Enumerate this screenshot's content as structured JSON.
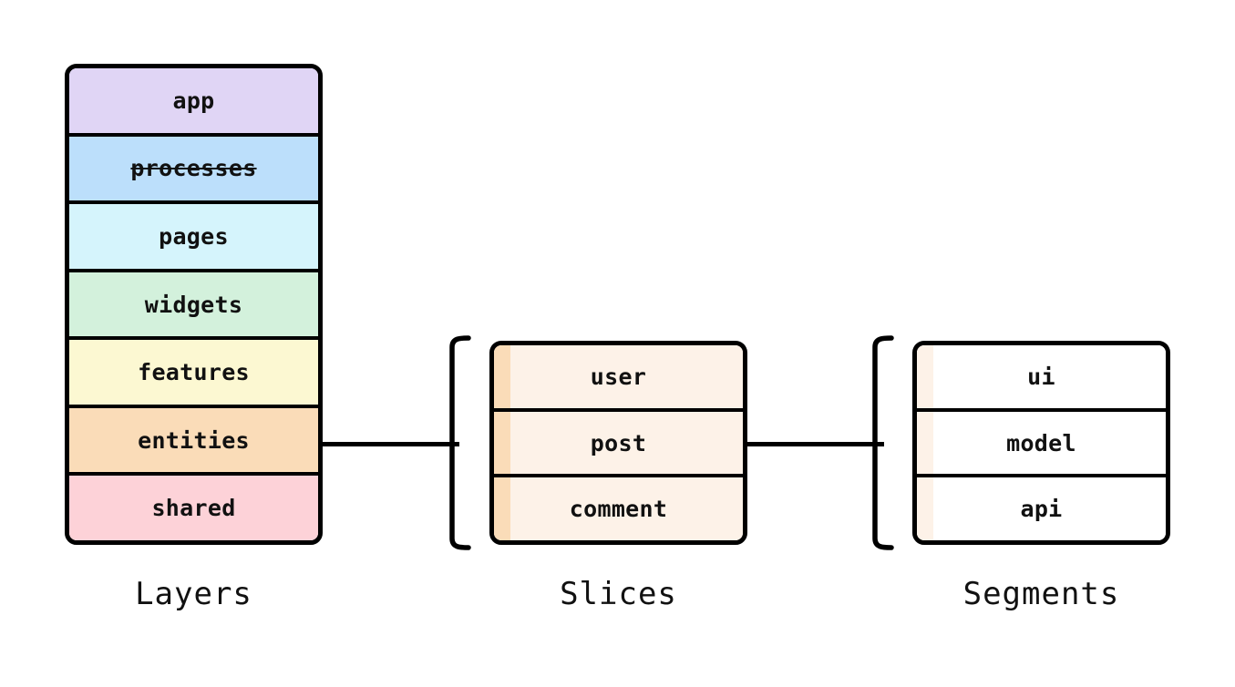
{
  "diagram": {
    "type": "architecture-hierarchy",
    "background": "#ffffff",
    "stroke": "#000000",
    "columns": [
      {
        "id": "layers",
        "caption": "Layers",
        "rows": [
          {
            "label": "app",
            "color": "#e0d5f5",
            "deprecated": false
          },
          {
            "label": "processes",
            "color": "#bcdffb",
            "deprecated": true
          },
          {
            "label": "pages",
            "color": "#d5f4fc",
            "deprecated": false
          },
          {
            "label": "widgets",
            "color": "#d3f1dc",
            "deprecated": false
          },
          {
            "label": "features",
            "color": "#fcf8d2",
            "deprecated": false
          },
          {
            "label": "entities",
            "color": "#fadcb8",
            "deprecated": false
          },
          {
            "label": "shared",
            "color": "#fdd2d8",
            "deprecated": false
          }
        ]
      },
      {
        "id": "slices",
        "caption": "Slices",
        "rows": [
          {
            "label": "user",
            "color": "#fdf2e8",
            "accent": "#fadcb8",
            "deprecated": false
          },
          {
            "label": "post",
            "color": "#fdf2e8",
            "accent": "#fadcb8",
            "deprecated": false
          },
          {
            "label": "comment",
            "color": "#fdf2e8",
            "accent": "#fadcb8",
            "deprecated": false
          }
        ]
      },
      {
        "id": "segments",
        "caption": "Segments",
        "rows": [
          {
            "label": "ui",
            "color": "#ffffff",
            "accent": "#fdf2e8",
            "deprecated": false
          },
          {
            "label": "model",
            "color": "#ffffff",
            "accent": "#fdf2e8",
            "deprecated": false
          },
          {
            "label": "api",
            "color": "#ffffff",
            "accent": "#fdf2e8",
            "deprecated": false
          }
        ]
      }
    ],
    "brackets": [
      {
        "id": "bracket-slices",
        "for": "slices"
      },
      {
        "id": "bracket-segments",
        "for": "segments"
      }
    ],
    "connectors": [
      {
        "id": "connector-layers-slices",
        "from": "entities",
        "to": "slices"
      },
      {
        "id": "connector-slices-segments",
        "from": "post",
        "to": "segments"
      }
    ]
  }
}
